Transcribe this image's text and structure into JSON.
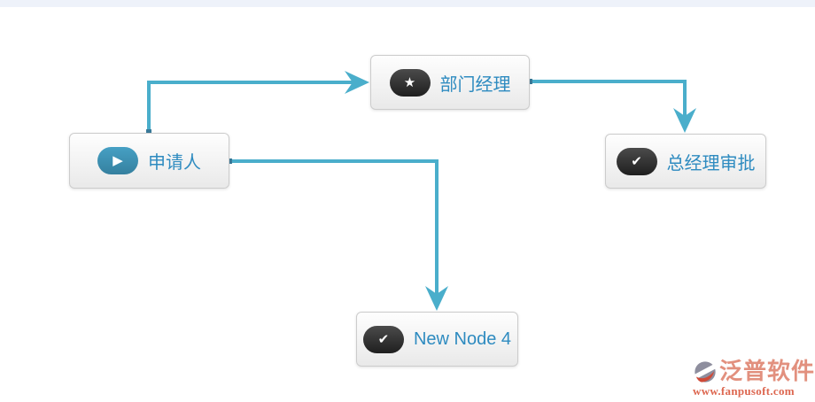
{
  "page": {
    "topbar_color": "#eef2fa",
    "background": "#ffffff"
  },
  "flow": {
    "connector_color": "#4aaecb",
    "endpoint_color": "#3a7a99",
    "label_color": "#2e8bc0",
    "icon_glyphs": {
      "play": "▶",
      "star": "★",
      "check": "✔"
    },
    "nodes": [
      {
        "id": "applicant",
        "label": "申请人",
        "icon": "play-icon",
        "icon_bg": "#3e8cb0"
      },
      {
        "id": "dept-manager",
        "label": "部门经理",
        "icon": "star-icon",
        "icon_bg": "#303030"
      },
      {
        "id": "gm-approval",
        "label": "总经理审批",
        "icon": "check-icon",
        "icon_bg": "#303030"
      },
      {
        "id": "new-node-4",
        "label": "New Node 4",
        "icon": "check-icon",
        "icon_bg": "#303030"
      }
    ],
    "connections": [
      {
        "from": "applicant",
        "to": "dept-manager"
      },
      {
        "from": "dept-manager",
        "to": "gm-approval"
      },
      {
        "from": "applicant",
        "to": "new-node-4"
      }
    ]
  },
  "watermark": {
    "brand": "泛普软件",
    "url": "www.fanpusoft.com",
    "brand_color": "#e2907e",
    "url_color": "#dd6750"
  }
}
